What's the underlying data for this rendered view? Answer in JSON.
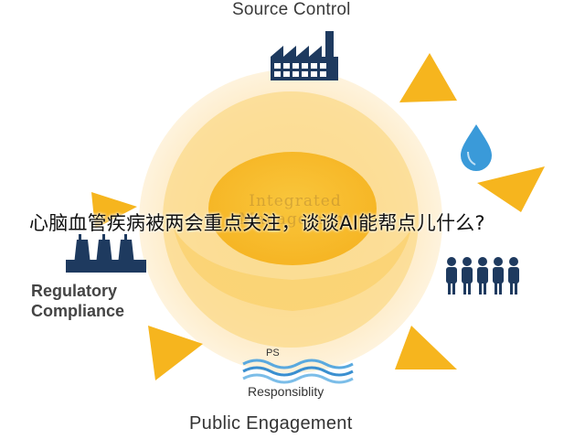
{
  "labels": {
    "top": "Source Control",
    "left_line1": "Regulatory",
    "left_line2": "Compliance",
    "bottom": "Public Engagement",
    "bottom_icon_top": "PS",
    "bottom_icon_bottom": "Responsiblity",
    "center_line1": "Integrated",
    "center_line2": "Management"
  },
  "overlay_title": "心脑血管疾病被两会重点关注，谈谈AI能帮点儿什么?",
  "colors": {
    "sun_outer": "#fdeccb",
    "sun_mid": "#fbd98a",
    "sun_core": "#f8c235",
    "ray": "#f6b51e",
    "icon_navy": "#1e3a5f",
    "water_blue": "#3a9ad9",
    "wave_blue": "#5aa9df"
  },
  "icons": [
    "factory-icon",
    "water-drop-icon",
    "people-group-icon",
    "waves-icon",
    "power-plant-icon"
  ]
}
